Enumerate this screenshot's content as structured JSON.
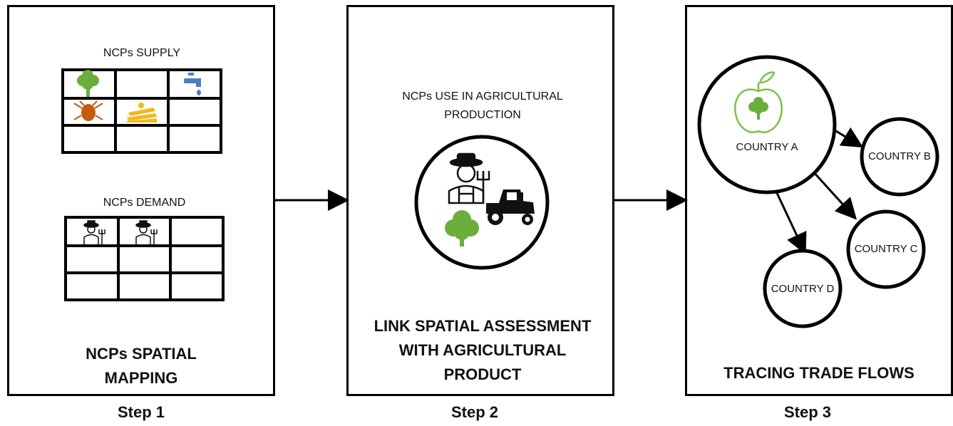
{
  "step1": {
    "supply_label": "NCPs SUPPLY",
    "demand_label": "NCPs DEMAND",
    "title_line1": "NCPs SPATIAL",
    "title_line2": "MAPPING",
    "step_label": "Step 1",
    "supply_icons": [
      "tree-icon",
      "water-tap-icon",
      "bee-icon",
      "farmland-icon"
    ],
    "demand_icons": [
      "farmer-icon",
      "farmer-icon"
    ]
  },
  "step2": {
    "use_line1": "NCPs USE IN AGRICULTURAL",
    "use_line2": "PRODUCTION",
    "title_line1": "LINK SPATIAL ASSESSMENT",
    "title_line2": "WITH AGRICULTURAL",
    "title_line3": "PRODUCT",
    "step_label": "Step 2",
    "icons": [
      "farmer-icon",
      "tractor-icon",
      "tree-icon"
    ]
  },
  "step3": {
    "country_a": "COUNTRY A",
    "country_b": "COUNTRY B",
    "country_c": "COUNTRY C",
    "country_d": "COUNTRY D",
    "title": "TRACING TRADE FLOWS",
    "step_label": "Step 3",
    "icons": [
      "apple-icon",
      "tree-icon"
    ]
  },
  "colors": {
    "tree_green": "#6aae3d",
    "water_blue": "#4a7fc1",
    "bee_orange": "#c55a11",
    "field_yellow": "#f2b81d",
    "apple_green": "#7cc04b"
  }
}
